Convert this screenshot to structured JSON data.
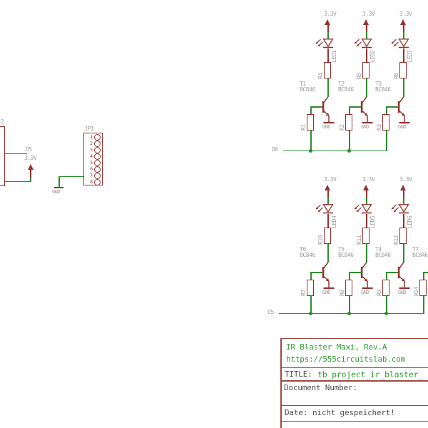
{
  "schematic": {
    "labels": {
      "supply": "3.3V",
      "gnd": "GND",
      "part": "BC846"
    },
    "nets": {
      "upper": "D6",
      "lower": "D5"
    },
    "drivers": [
      {
        "led": "LED1",
        "rled": "R4",
        "t": "T1",
        "rbase": "R1"
      },
      {
        "led": "LED2",
        "rled": "R5",
        "t": "T2",
        "rbase": "R2"
      },
      {
        "led": "LED3",
        "rled": "R6",
        "t": "T3",
        "rbase": "R3"
      },
      {
        "led": "LED4",
        "rled": "R10",
        "t": "T6",
        "rbase": "R7"
      },
      {
        "led": "LED5",
        "rled": "R11",
        "t": "T5",
        "rbase": "R8"
      },
      {
        "led": "LED6",
        "rled": "R12",
        "t": "T4",
        "rbase": "R9"
      },
      {
        "led": "",
        "rled": "",
        "t": "T7",
        "rbase": "R14"
      }
    ],
    "jp1": {
      "name": "JP1",
      "pins": [
        "1",
        "2",
        "3",
        "4",
        "5",
        "6",
        "7",
        "8"
      ],
      "gnd": "GND"
    },
    "jp2": {
      "visible_name": "2",
      "net": "D5",
      "supply": "3.3V"
    }
  },
  "titleblock": {
    "project": "IR Blaster Maxi, Rev.A",
    "url": "https://555circuitslab.com",
    "title_label": "TITLE:",
    "title_value": "tb_project_ir_blaster_",
    "doc_label": "Document Number:",
    "date_label": "Date:",
    "date_value": "nicht gespeichert!"
  }
}
